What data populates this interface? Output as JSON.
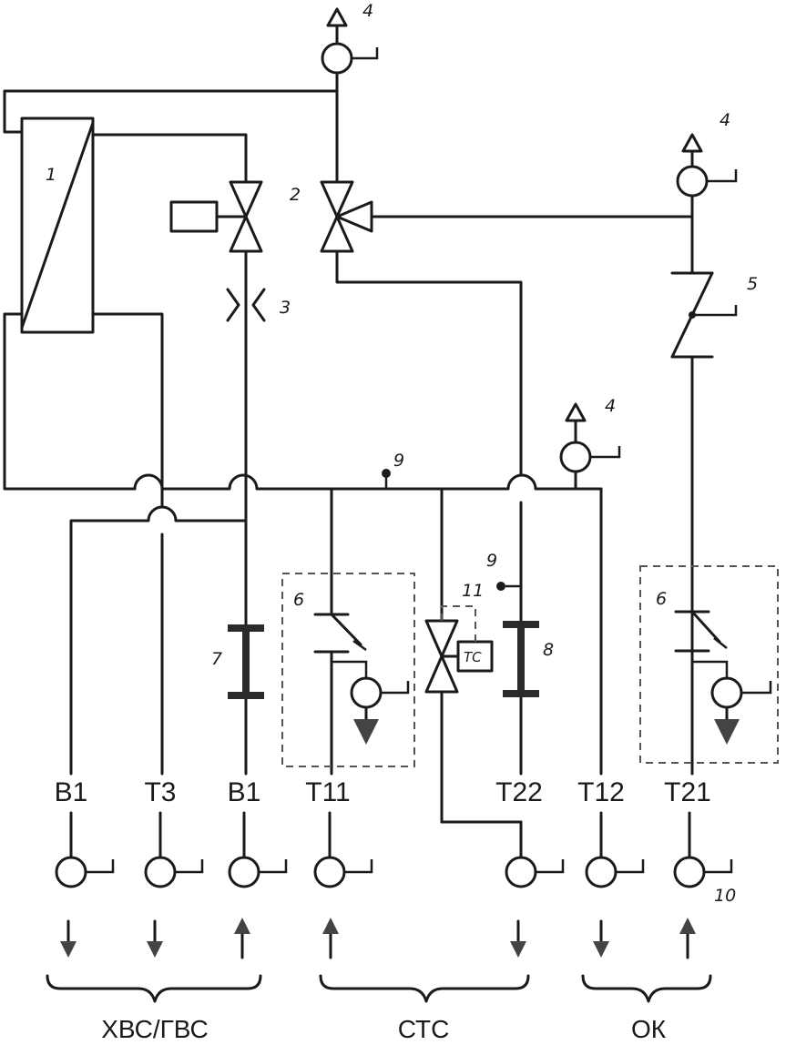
{
  "numbers": {
    "n1": "1",
    "n2": "2",
    "n3": "3",
    "n4a": "4",
    "n4b": "4",
    "n4c": "4",
    "n5": "5",
    "n6a": "6",
    "n6b": "6",
    "n7": "7",
    "n8": "8",
    "n9a": "9",
    "n9b": "9",
    "n10": "10",
    "n11": "11"
  },
  "controller_label": "TC",
  "pipe_codes": [
    "В1",
    "Т3",
    "В1",
    "Т11",
    "Т22",
    "Т12",
    "Т21"
  ],
  "groups": [
    "ХВС/ГВС",
    "СТС",
    "ОК"
  ]
}
